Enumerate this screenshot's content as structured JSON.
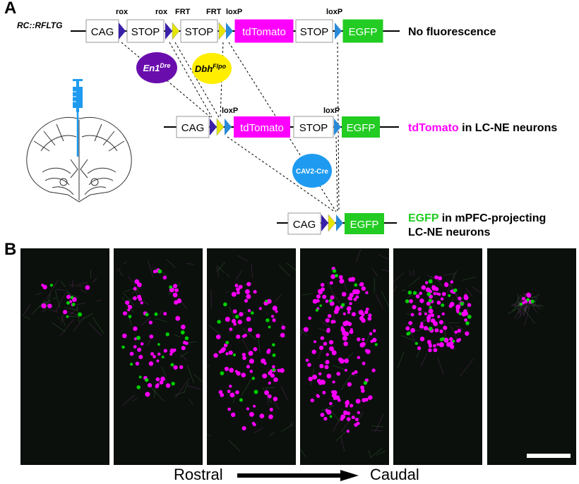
{
  "panels": {
    "a": "A",
    "b": "B"
  },
  "construct": {
    "name": "RC::RFLTG",
    "cag": "CAG",
    "stop": "STOP",
    "tdtomato": "tdTomato",
    "egfp": "EGFP",
    "site_rox": "rox",
    "site_frt": "FRT",
    "site_loxp": "loxP"
  },
  "outcomes": {
    "row1": "No fluorescence",
    "row2_highlight": "tdTomato",
    "row2_rest": " in LC-NE neurons",
    "row3_highlight": "EGFP",
    "row3_rest": " in mPFC-projecting",
    "row3_line2": "LC-NE neurons"
  },
  "recombinases": {
    "en1_base": "En1",
    "en1_sup": "Dre",
    "dbh_base": "Dbh",
    "dbh_sup": "Flpo",
    "cav2": "CAV2-Cre"
  },
  "axis": {
    "rostral": "Rostral",
    "caudal": "Caudal"
  },
  "colors": {
    "magenta": "#ff00ff",
    "green": "#00cc00",
    "en1": "#6a0dad",
    "dbh": "#ffee00",
    "cav2": "#1e9bf0",
    "rox": "#3a1fa8",
    "frt": "#e6e600",
    "loxp": "#2a8ad8",
    "syringe": "#1e9bf0"
  }
}
